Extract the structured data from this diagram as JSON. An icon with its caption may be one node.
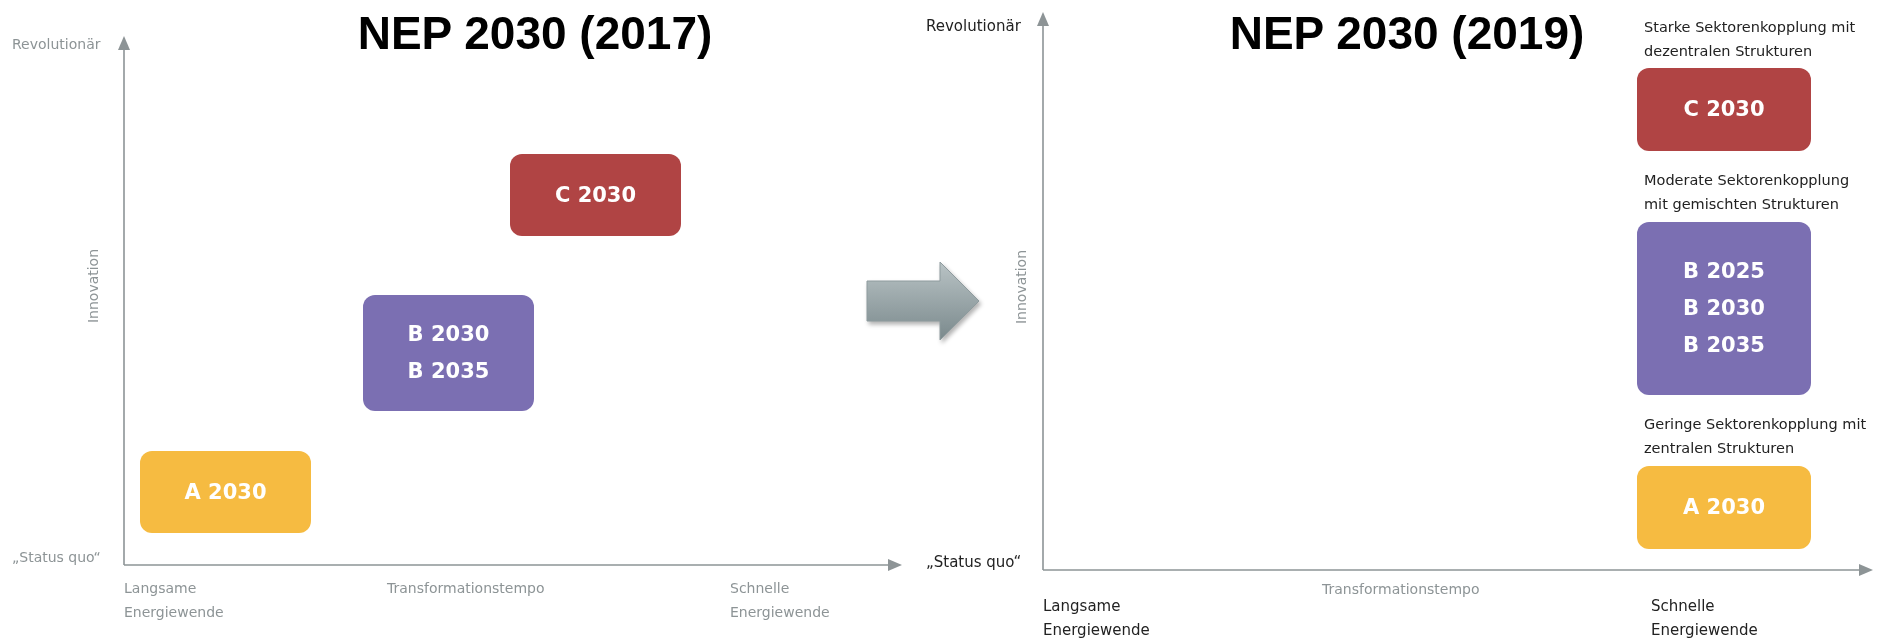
{
  "diagram": {
    "nodes": [
      {
        "text": [
          "NEP 2030 (2017)"
        ]
      },
      {
        "text": [
          "C 2030"
        ],
        "in": 0
      },
      {
        "text": [
          "B 2030",
          "B 2035"
        ],
        "in": 0
      },
      {
        "text": [
          "A 2030"
        ],
        "in": 0
      },
      {
        "text": [
          "NEP 2030 (2019)"
        ]
      },
      {
        "text": [
          "C 2030"
        ],
        "in": 4,
        "beside": [
          "Starke Sektorenkopplung mit dezentralen Strukturen"
        ]
      },
      {
        "text": [
          "B 2025",
          "B 2030",
          "B 2035"
        ],
        "in": 4,
        "beside": [
          "Moderate Sektorenkopplung mit gemischten Strukturen"
        ]
      },
      {
        "text": [
          "A 2030"
        ],
        "in": 4,
        "beside": [
          "Geringe Sektorenkopplung mit zentralen Strukturen"
        ]
      }
    ],
    "edges": [
      {
        "from": 0,
        "to": 4,
        "arrow": "to",
        "style": "thick"
      }
    ],
    "labels": [
      "Revolutionär",
      "Innovation",
      "„Status quo“",
      "Langsame Energiewende",
      "Transformationstempo",
      "Schnelle Energiewende",
      "Revolutionär",
      "Innovation",
      "„Status quo“",
      "Langsame Energiewende",
      "Transformationstempo",
      "Schnelle Energiewende"
    ]
  }
}
